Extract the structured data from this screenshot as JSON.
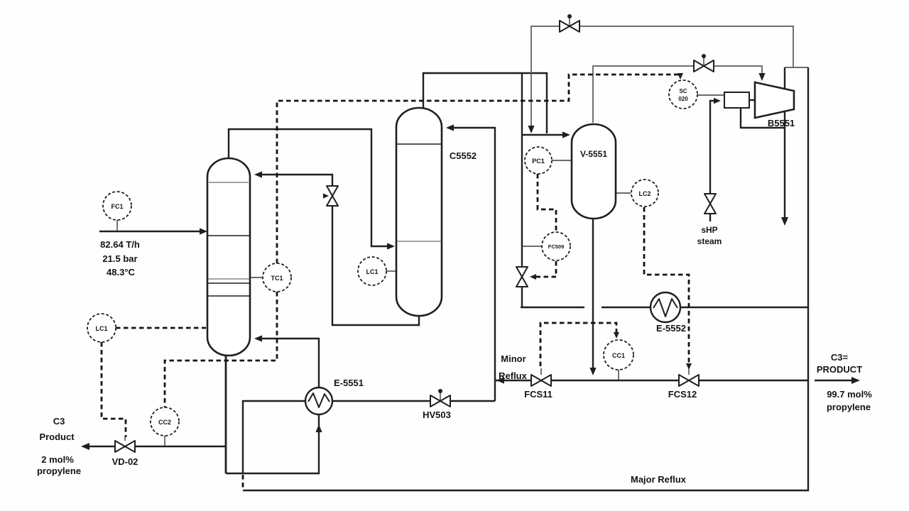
{
  "instruments": {
    "fc1": "FC1",
    "tc1": "TC1",
    "lc1_column1": "LC1",
    "cc2": "CC2",
    "lc1_c5552": "LC1",
    "pc1": "PC1",
    "fc509": "FC509",
    "lc2": "LC2",
    "cc1": "CC1",
    "sc_line1": "SC",
    "sc_line2": "020"
  },
  "equipment": {
    "column2": "C5552",
    "flash_drum": "V-5551",
    "compressor": "B5551",
    "reboiler": "E-5551",
    "condenser": "E-5552"
  },
  "valves": {
    "bottoms_valve": "VD-02",
    "hand_valve": "HV503",
    "minor_reflux_valve": "FCS11",
    "product_valve": "FCS12"
  },
  "feed": {
    "flow_rate": "82.64 T/h",
    "pressure": "21.5 bar",
    "temperature": "48.3°C"
  },
  "streams": {
    "bottom_product": {
      "line1": "C3",
      "line2": "Product",
      "line3": "2 mol%",
      "line4": "propylene"
    },
    "top_product": {
      "line1": "C3=",
      "line2": "PRODUCT",
      "line3": "99.7 mol%",
      "line4": "propylene"
    },
    "steam": {
      "line1": "sHP",
      "line2": "steam"
    },
    "minor_reflux": {
      "line1": "Minor",
      "line2": "Reflux"
    },
    "major_reflux": "Major Reflux"
  },
  "colors": {
    "line": "#1f1f1f",
    "thin_line": "#5a5a5a",
    "background": "#fefefe",
    "text": "#141414"
  }
}
